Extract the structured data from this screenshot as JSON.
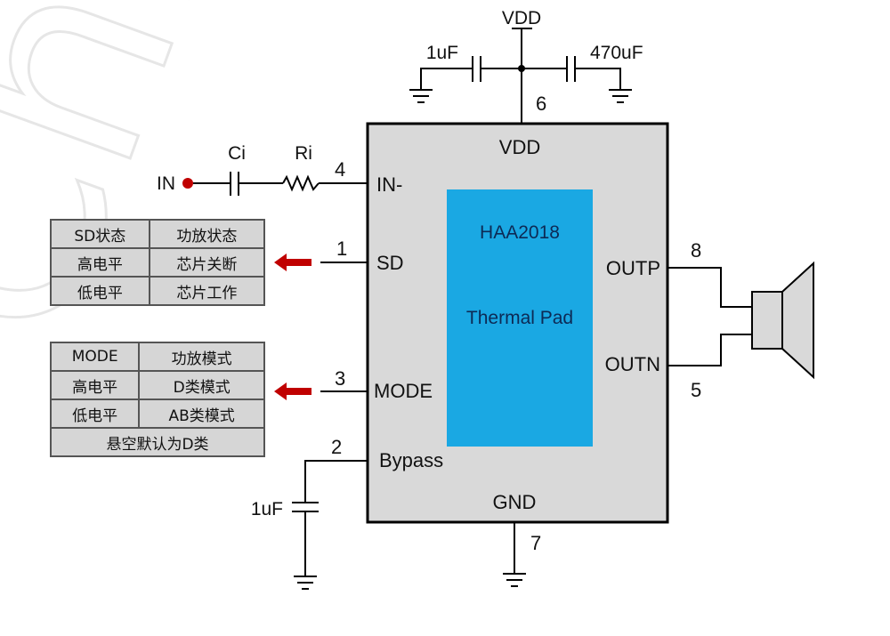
{
  "watermark": {
    "text": "ChipSo"
  },
  "chip": {
    "name": "HAA2018",
    "pad_label": "Thermal Pad",
    "vdd_label": "VDD",
    "gnd_label": "GND",
    "pins": {
      "in_minus": "IN-",
      "sd": "SD",
      "mode": "MODE",
      "bypass": "Bypass",
      "outp": "OUTP",
      "outn": "OUTN"
    },
    "pin_numbers": {
      "in_minus": "4",
      "sd": "1",
      "mode": "3",
      "bypass": "2",
      "vdd": "6",
      "gnd": "7",
      "outp": "8",
      "outn": "5"
    }
  },
  "supply": {
    "vdd_label": "VDD",
    "cap_left": "1uF",
    "cap_right": "470uF"
  },
  "input": {
    "in_label": "IN",
    "ci_label": "Ci",
    "ri_label": "Ri"
  },
  "bypass_cap": "1uF",
  "sd_table": {
    "rows": [
      [
        "SD状态",
        "功放状态"
      ],
      [
        "高电平",
        "芯片关断"
      ],
      [
        "低电平",
        "芯片工作"
      ]
    ]
  },
  "mode_table": {
    "rows": [
      [
        "MODE",
        "功放模式"
      ],
      [
        "高电平",
        "D类模式"
      ],
      [
        "低电平",
        "AB类模式"
      ]
    ],
    "footer": "悬空默认为D类"
  },
  "colors": {
    "chip_body": "#d9d9d9",
    "thermal_pad": "#1aa8e3",
    "arrow": "#c00000",
    "in_dot": "#c00000"
  }
}
